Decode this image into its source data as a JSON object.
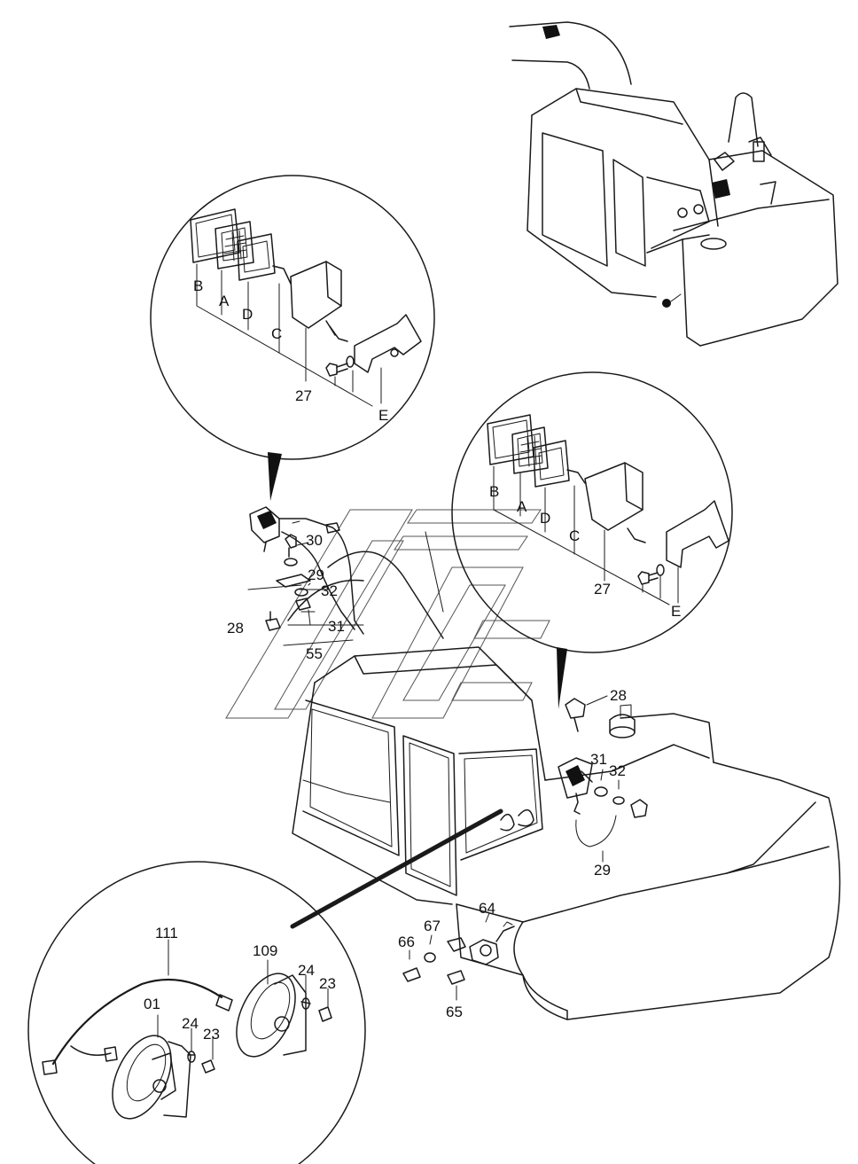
{
  "labels": {
    "l27_top": "27",
    "lB_top": "B",
    "lA_top": "A",
    "lD_top": "D",
    "lC_top": "C",
    "lE_top": "E",
    "l27_right": "27",
    "lB_right": "B",
    "lA_right": "A",
    "lD_right": "D",
    "lC_right": "C",
    "lE_right": "E",
    "l30": "30",
    "l29_left": "29",
    "l32_left": "32",
    "l28_left": "28",
    "l31_left": "31",
    "l55": "55",
    "l28_right": "28",
    "l31_right": "31",
    "l32_right": "32",
    "l29_right": "29",
    "l64": "64",
    "l67": "67",
    "l66": "66",
    "l65": "65",
    "l111": "111",
    "l109": "109",
    "l24_a": "24",
    "l23_a": "23",
    "l01": "01",
    "l24_b": "24",
    "l23_b": "23"
  }
}
